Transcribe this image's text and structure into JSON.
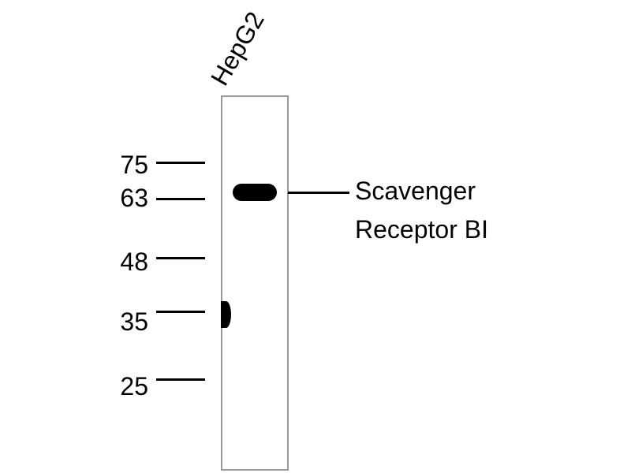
{
  "lane_label": "HepG2",
  "markers": [
    {
      "label": "75"
    },
    {
      "label": "63"
    },
    {
      "label": "48"
    },
    {
      "label": "35"
    },
    {
      "label": "25"
    }
  ],
  "target": {
    "line1": "Scavenger",
    "line2": "Receptor BI"
  }
}
